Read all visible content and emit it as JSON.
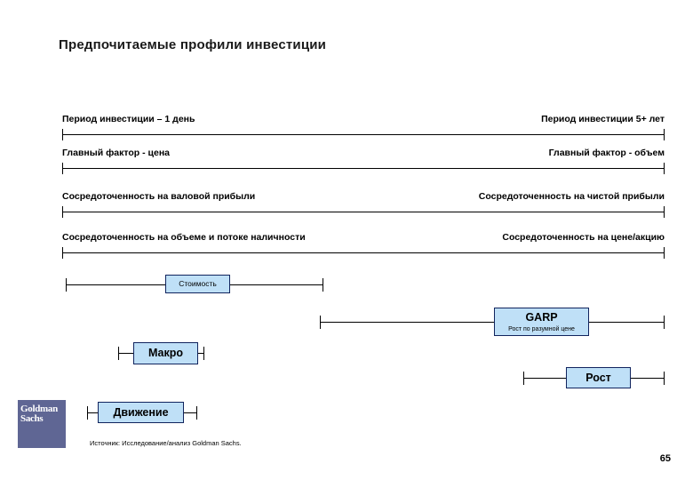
{
  "slide": {
    "title": "Предпочитаемые профили инвестиции",
    "page_number": "65",
    "source_note": "Источник: Исследование/анализ Goldman Sachs.",
    "accent_box_fill": "#bfe0f7",
    "accent_box_border": "#11245e",
    "logo_color": "#5f6694",
    "line_color": "#000000"
  },
  "logo": {
    "line1": "Goldman",
    "line2": "Sachs"
  },
  "spectrums": [
    {
      "name": "investment-period",
      "left_label": "Период инвестиции – 1 день",
      "right_label": "Период инвестиции 5+ лет"
    },
    {
      "name": "main-factor",
      "left_label": "Главный фактор - цена",
      "right_label": "Главный фактор - объем"
    },
    {
      "name": "profit-focus",
      "left_label": "Сосредоточенность на валовой прибыли",
      "right_label": "Сосредоточенность на чистой прибыли"
    },
    {
      "name": "volume-cashflow-focus",
      "left_label": "Сосредоточенность на объеме и потоке наличности",
      "right_label": "Сосредоточенность на цене/акцию"
    }
  ],
  "styles": [
    {
      "name": "stoimost",
      "title": "Стоимость",
      "subtitle": ""
    },
    {
      "name": "garp",
      "title": "GARP",
      "subtitle": "Рост по разумной цене"
    },
    {
      "name": "makro",
      "title": "Макро",
      "subtitle": ""
    },
    {
      "name": "rost",
      "title": "Рост",
      "subtitle": ""
    },
    {
      "name": "dvizhenie",
      "title": "Движение",
      "subtitle": ""
    }
  ]
}
